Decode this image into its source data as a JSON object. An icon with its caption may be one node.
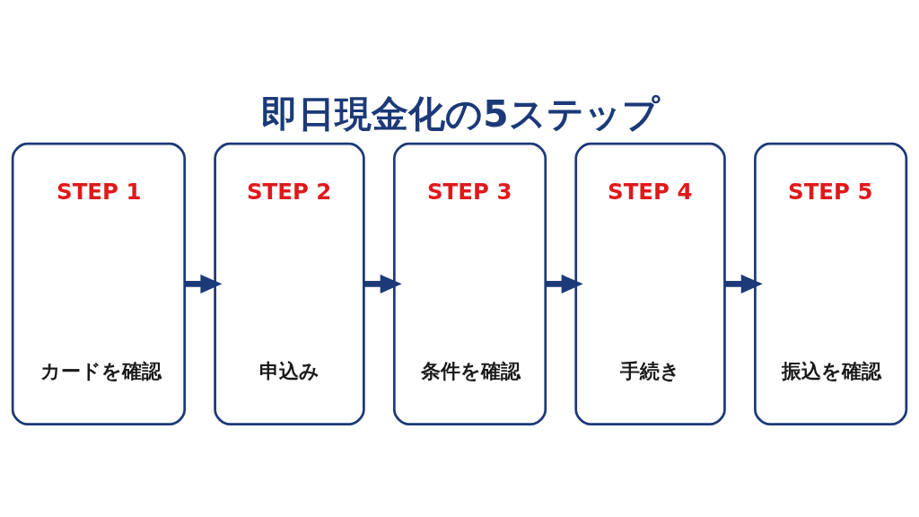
{
  "diagram": {
    "title": "即日現金化の5ステップ",
    "nodes": [
      {
        "text": [
          "STEP 1",
          "カードを確認"
        ]
      },
      {
        "text": [
          "STEP 2",
          "申込み"
        ]
      },
      {
        "text": [
          "STEP 3",
          "条件を確認"
        ]
      },
      {
        "text": [
          "STEP 4",
          "手続き"
        ]
      },
      {
        "text": [
          "STEP 5",
          "振込を確認"
        ]
      }
    ],
    "edges": [
      {
        "from": 0,
        "to": 1,
        "arrow": "to"
      },
      {
        "from": 1,
        "to": 2,
        "arrow": "to"
      },
      {
        "from": 2,
        "to": 3,
        "arrow": "to"
      },
      {
        "from": 3,
        "to": 4,
        "arrow": "to"
      }
    ]
  }
}
